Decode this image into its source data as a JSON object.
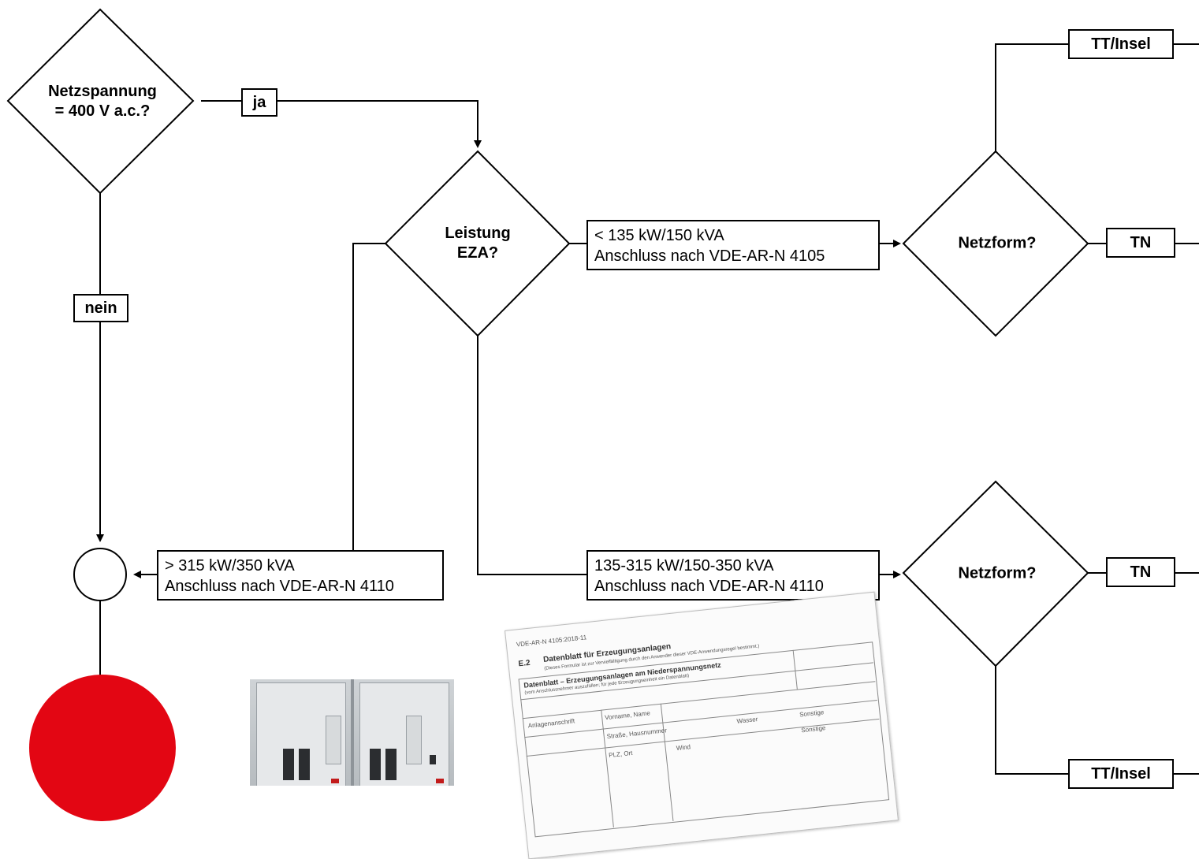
{
  "decisions": {
    "netzspannung": [
      "Netzspannung",
      "= 400 V a.c.?"
    ],
    "leistung": [
      "Leistung",
      "EZA?"
    ],
    "netzform_top": "Netzform?",
    "netzform_bottom": "Netzform?"
  },
  "labels": {
    "ja": "ja",
    "nein": "nein",
    "lt135_line1": "< 135 kW/150 kVA",
    "lt135_line2": "Anschluss nach VDE-AR-N 4105",
    "gt315_line1": "> 315 kW/350 kVA",
    "gt315_line2": "Anschluss nach VDE-AR-N 4110",
    "mid_line1": "135-315 kW/150-350 kVA",
    "mid_line2": "Anschluss nach VDE-AR-N 4110",
    "tt_insel_top": "TT/Insel",
    "tn_top": "TN",
    "tn_bottom": "TN",
    "tt_insel_bottom": "TT/Insel"
  },
  "form_sheet": {
    "header": "VDE-AR-N 4105:2018-11",
    "section": "E.2",
    "title": "Datenblatt für Erzeugungsanlagen",
    "subtitle": "(Dieses Formular ist zur Vervielfältigung durch den Anwender dieser VDE-Anwendungsregel bestimmt.)",
    "table_title": "Datenblatt – Erzeugungsanlagen am Niederspannungsnetz",
    "table_note": "(vom Anschlussnehmer auszufüllen; für jede Erzeugungseinheit ein Datenblatt)",
    "row_label": "Anlagenanschrift",
    "fields": [
      "Vorname, Name",
      "Straße, Hausnummer",
      "PLZ, Ort"
    ],
    "options": [
      "Wind",
      "Wasser",
      "Sonstige",
      "Sonstige"
    ]
  },
  "colors": {
    "accent_red": "#e30613",
    "line": "#000000"
  }
}
